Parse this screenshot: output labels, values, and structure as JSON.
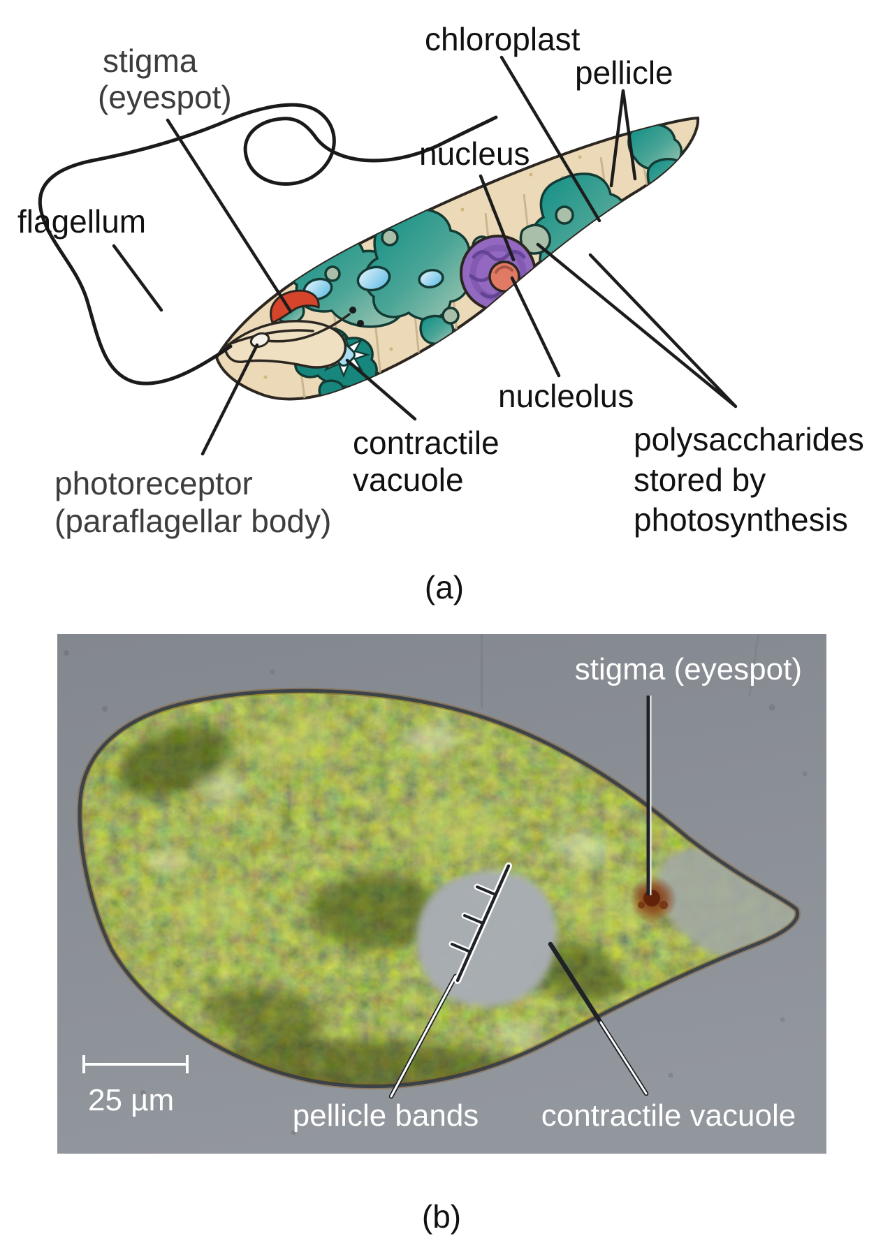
{
  "figure": {
    "panel_a": {
      "caption": "(a)",
      "labels": {
        "stigma_line1": "stigma",
        "stigma_line2": "(eyespot)",
        "flagellum": "flagellum",
        "chloroplast": "chloroplast",
        "pellicle": "pellicle",
        "nucleus": "nucleus",
        "nucleolus": "nucleolus",
        "contractile_line1": "contractile",
        "contractile_line2": "vacuole",
        "photoreceptor_line1": "photoreceptor",
        "photoreceptor_line2": "(paraflagellar body)",
        "polysaccharides_line1": "polysaccharides",
        "polysaccharides_line2": "stored by",
        "polysaccharides_line3": "photosynthesis"
      },
      "colors": {
        "label_black": "#111111",
        "label_gray": "#3d3d3d",
        "cell_body": "#ecd9b8",
        "chloroplast_teal": "#0d8d84",
        "pale_plastid": "#a9bfa9",
        "nucleus_purple": "#9268c0",
        "nucleolus_salmon": "#e07a64",
        "stigma_red": "#d6452b",
        "contractile_vacuole_blue": "#aadcf2"
      }
    },
    "panel_b": {
      "caption": "(b)",
      "labels": {
        "stigma": "stigma (eyespot)",
        "pellicle_bands": "pellicle bands",
        "contractile_vacuole": "contractile vacuole"
      },
      "scale_bar": "25 µm",
      "colors": {
        "background_gray": "#878b92",
        "label_white": "#ffffff"
      }
    }
  }
}
